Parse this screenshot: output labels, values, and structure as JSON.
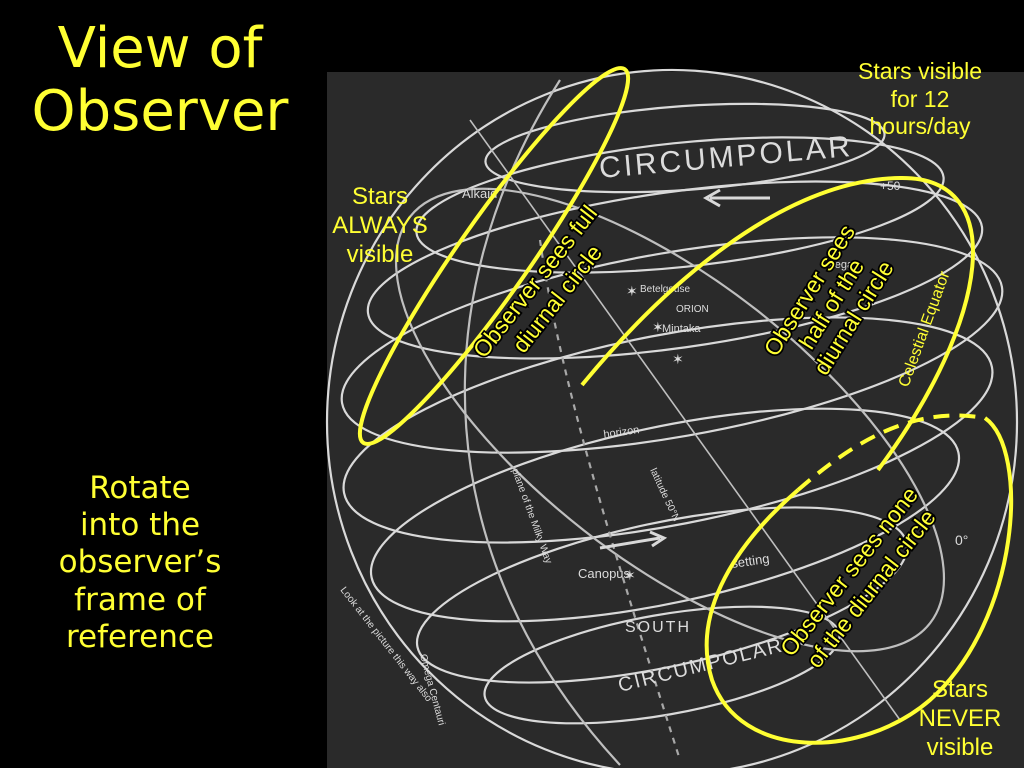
{
  "slide": {
    "title_line1": "View of",
    "title_line2": "Observer",
    "caption_lines": [
      "Rotate",
      "into the",
      "observer’s",
      "frame of",
      "reference"
    ]
  },
  "callouts": {
    "visible_12h": [
      "Stars visible",
      "for 12",
      "hours/day"
    ],
    "always": [
      "Stars",
      "ALWAYS",
      "visible"
    ],
    "never": [
      "Stars",
      "NEVER",
      "visible"
    ]
  },
  "ellipse_labels": {
    "full": [
      "Observer sees full",
      "diurnal circle"
    ],
    "half": [
      "Observer sees",
      "half of the",
      "diurnal circle"
    ],
    "none": [
      "Observer sees none",
      "of the diurnal circle"
    ]
  },
  "sphere_labels": {
    "circumpolar_north": "CIRCUMPOLAR",
    "circumpolar_south": "CIRCUMPOLAR",
    "south": "SOUTH",
    "celestial_equator": "Celestial Equator",
    "alkaid": "Alkaid",
    "betelgeuse": "Betelgeuse",
    "orion": "ORION",
    "mintaka": "Mintaka",
    "vega": "Vega",
    "canopus": "Canopus",
    "setting": "setting",
    "horizon": "horizon",
    "milky_way": "plane of the Milky Way",
    "latitude": "latitude 50°N",
    "omega_centauri": "Omega Centauri",
    "look_note": "Look at the picture this way also",
    "deg50": "+50",
    "deg0": "0°"
  },
  "colors": {
    "background": "#000000",
    "panel": "#2a2a2a",
    "accent": "#ffff33",
    "chalk": "#dcdcdc"
  }
}
